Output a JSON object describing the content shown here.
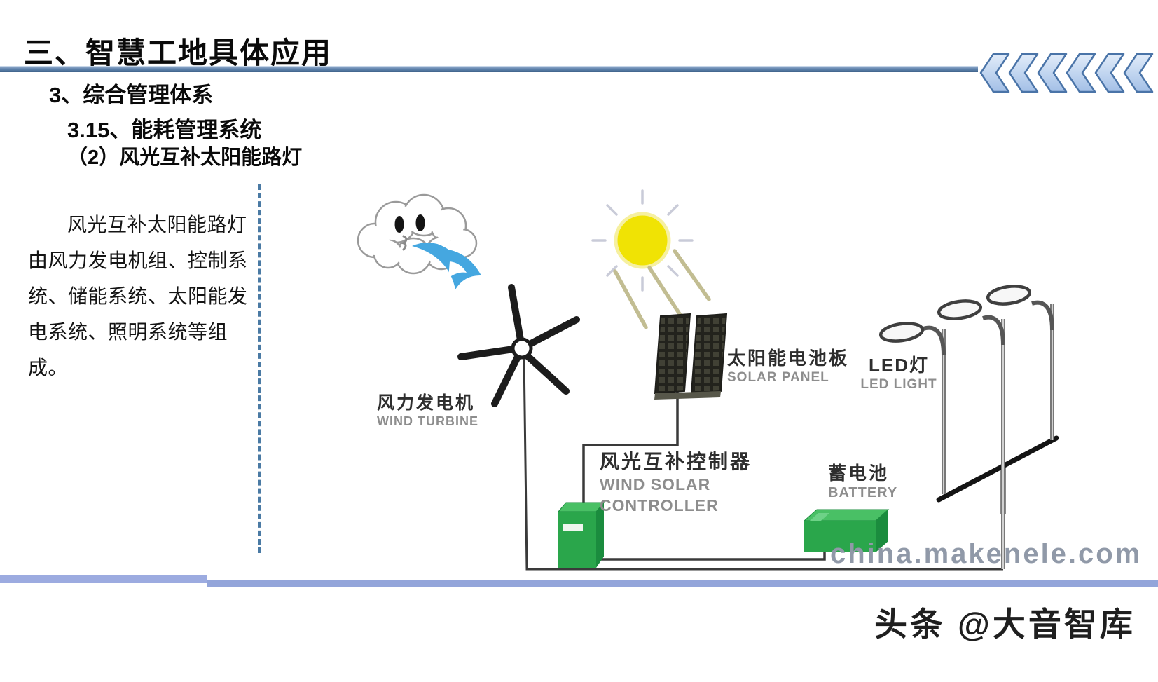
{
  "slide": {
    "title": "三、智慧工地具体应用",
    "subtitle1": "3、综合管理体系",
    "subtitle2": "3.15、能耗管理系统",
    "subtitle3": "（2）风光互补太阳能路灯",
    "body_text": "风光互补太阳能路灯由风力发电机组、控制系统、储能系统、太阳能发电系统、照明系统等组成。",
    "watermark": "china.makenele.com",
    "branding": "头条 @大音智库"
  },
  "diagram": {
    "labels": {
      "wind_turbine": {
        "zh": "风力发电机",
        "en": "WIND TURBINE"
      },
      "solar_panel": {
        "zh": "太阳能电池板",
        "en": "SOLAR PANEL"
      },
      "led_light": {
        "zh": "LED灯",
        "en": "LED LIGHT"
      },
      "controller": {
        "zh": "风光互补控制器",
        "en_line1": "WIND SOLAR",
        "en_line2": "CONTROLLER"
      },
      "battery": {
        "zh": "蓄电池",
        "en": "BATTERY"
      }
    }
  },
  "colors": {
    "accent_blue": "#5d82ab",
    "chevron_border": "#4a74a8",
    "dashed_line": "#4a7aa4",
    "equipment_green": "#2aa64b",
    "sun_yellow": "#f0e304",
    "wind_blue": "#45a7e0",
    "bottom_bar": "#9aa9de"
  }
}
